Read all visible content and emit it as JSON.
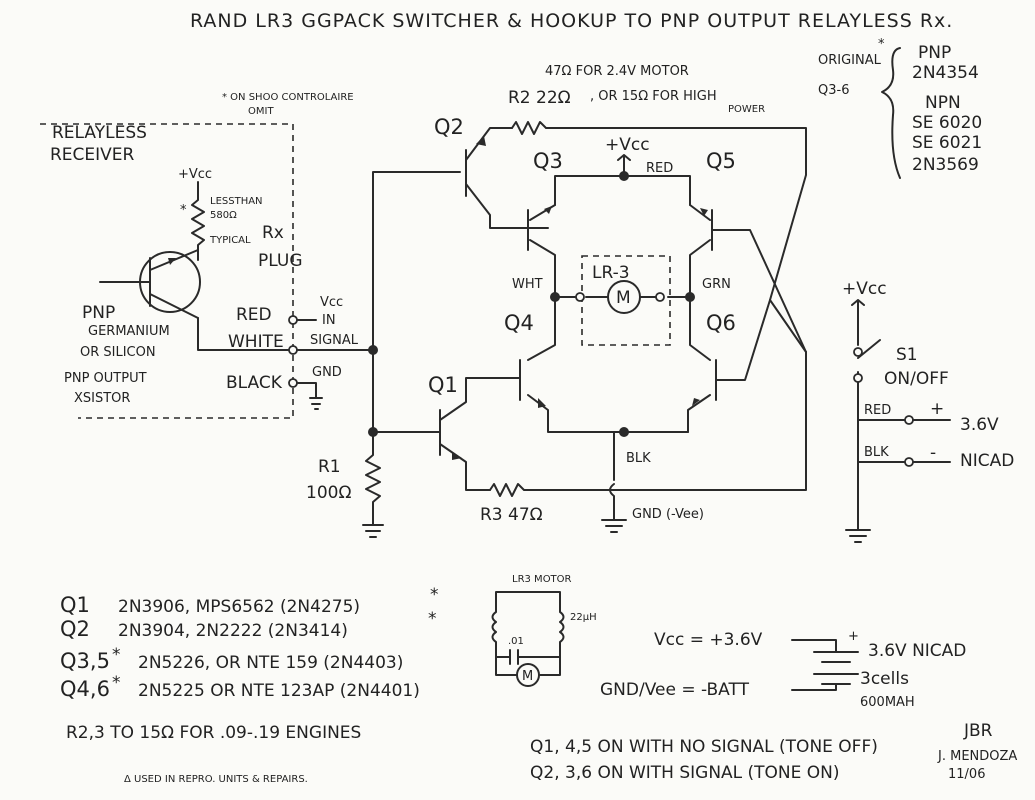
{
  "title": "RAND LR3 GGPACK SWITCHER & HOOKUP TO PNP OUTPUT RELAYLESS Rx.",
  "original_note": {
    "label": "ORIGINAL",
    "q": "Q3-6",
    "star": "*",
    "pnp": "PNP",
    "pnp_part": "2N4354",
    "npn": "NPN",
    "npn_parts": [
      "SE 6020",
      "SE 6021",
      "2N3569"
    ]
  },
  "receiver": {
    "title_1": "RELAYLESS",
    "title_2": "RECEIVER",
    "on_note_1": "* ON SHOO CONTROLAIRE",
    "on_note_2": "OMIT",
    "vcc": "+Vcc",
    "star": "*",
    "res_1": "LESSTHAN",
    "res_2": "580Ω",
    "res_3": "TYPICAL",
    "rx_1": "Rx",
    "rx_2": "PLUG",
    "pnp_1": "PNP",
    "pnp_2": "GERMANIUM",
    "pnp_3": "OR SILICON",
    "pnp_4": "PNP OUTPUT",
    "pnp_5": "XSISTOR",
    "red": "RED",
    "white": "WHITE",
    "black": "BLACK",
    "vcc_in_1": "Vcc",
    "vcc_in_2": "IN",
    "signal": "SIGNAL",
    "gnd": "GND"
  },
  "resistors": {
    "r2_note_1": "47Ω  FOR 2.4V MOTOR",
    "r2_label": "R2  22Ω",
    "r2_note_2": ", OR 15Ω FOR HIGH",
    "r2_note_3": "POWER",
    "r1_label": "R1",
    "r1_value": "100Ω",
    "r3_label": "R3  47Ω"
  },
  "transistors": {
    "q1": "Q1",
    "q2": "Q2",
    "q3": "Q3",
    "q4": "Q4",
    "q5": "Q5",
    "q6": "Q6"
  },
  "bridge": {
    "vcc": "+Vcc",
    "red": "RED",
    "wht": "WHT",
    "grn": "GRN",
    "motor_box": "LR-3",
    "motor": "M",
    "blk": "BLK",
    "gnd": "GND (-Vee)"
  },
  "switch": {
    "vcc": "+Vcc",
    "s1": "S1",
    "onoff": "ON/OFF",
    "red": "RED",
    "plus": "+",
    "v": "3.6V",
    "blk": "BLK",
    "minus": "-",
    "nicad": "NICAD"
  },
  "parts_list": [
    {
      "q": "Q1",
      "text": "2N3906, MPS6562 (2N4275)",
      "star": "*"
    },
    {
      "q": "Q2",
      "text": "2N3904, 2N2222 (2N3414)",
      "star": "*"
    },
    {
      "q": "Q3,5",
      "star": "*",
      "text": "2N5226, OR NTE 159 (2N4403)"
    },
    {
      "q": "Q4,6",
      "star": "*",
      "text": "2N5225 OR NTE 123AP (2N4401)"
    }
  ],
  "r23_note": "R2,3 TO 15Ω FOR .09-.19 ENGINES",
  "footnote": "Δ USED IN REPRO. UNITS & REPAIRS.",
  "motor_detail": {
    "title": "LR3 MOTOR",
    "cap": ".01",
    "ind": "22µH",
    "m": "M"
  },
  "battery": {
    "vcc_eq": "Vcc = +3.6V",
    "gnd_eq": "GND/Vee = -BATT",
    "plus": "+",
    "desc_1": "3.6V NICAD",
    "desc_2": "3cells",
    "desc_3": "600MAH"
  },
  "notes": {
    "line_1": "Q1, 4,5 ON WITH NO SIGNAL (TONE OFF)",
    "line_2": "Q2, 3,6 ON WITH SIGNAL  (TONE ON)"
  },
  "signature": {
    "initials": "JBR",
    "name": "J. MENDOZA",
    "date": "11/06"
  }
}
